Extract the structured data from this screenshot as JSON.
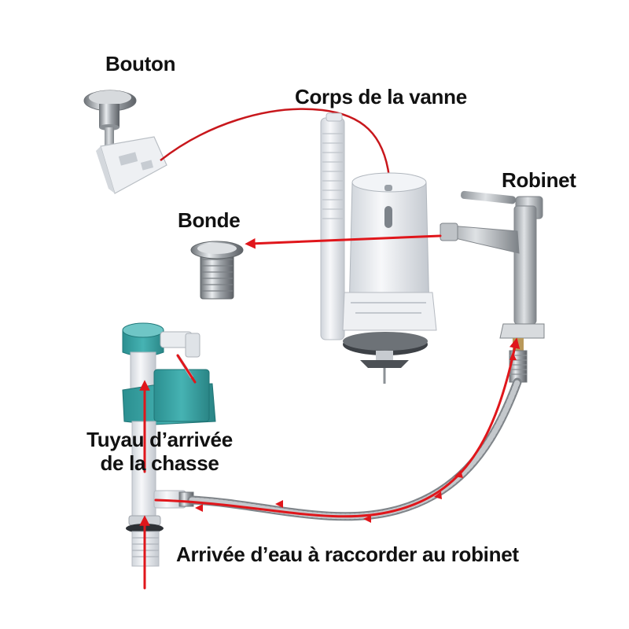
{
  "labels": {
    "bouton": "Bouton",
    "corps": "Corps de la vanne",
    "robinet": "Robinet",
    "bonde": "Bonde",
    "tuyau_line1": "Tuyau d’arrivée",
    "tuyau_line2": "de la chasse",
    "arrivee": "Arrivée d’eau à raccorder au robinet"
  },
  "colors": {
    "arrow": "#e0161b",
    "cable": "#c8171c",
    "plastic": "#f3f4f6",
    "teal": "#39a8a8",
    "steel": "#9a9fa4"
  },
  "icons": {
    "button": "push-button-icon",
    "valve": "flush-valve-icon",
    "faucet": "faucet-icon",
    "drain": "drain-plug-icon",
    "fill_valve": "fill-valve-icon",
    "hose": "braided-hose-icon"
  }
}
